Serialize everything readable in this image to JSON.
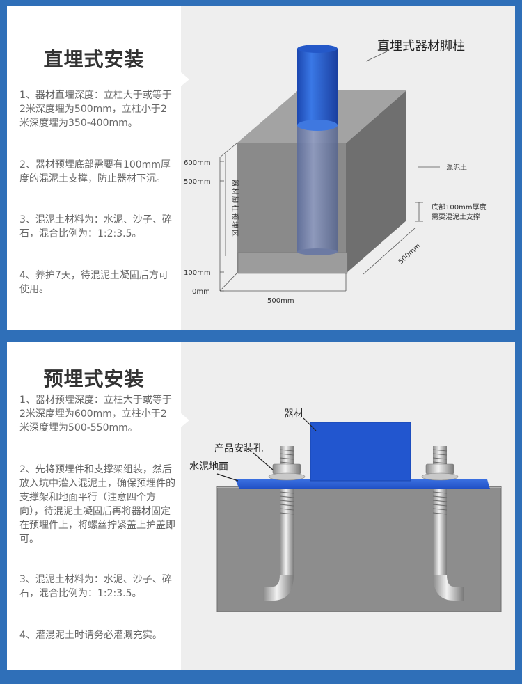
{
  "panel1": {
    "title": "直埋式安装",
    "paragraphs": [
      "1、器材直埋深度：立柱大于或等于2米深度埋为500mm，立柱小于2米深度埋为350-400mm。",
      "2、器材预埋底部需要有100mm厚度的混泥土支撑，防止器材下沉。",
      "3、混泥土材料为：水泥、沙子、碎石，混合比例为：1:2:3.5。",
      "4、养护7天，待混泥土凝固后方可使用。"
    ],
    "diagram": {
      "callout_title": "直埋式器材脚柱",
      "label_concrete": "混泥土",
      "label_bottom_1": "底部100mm厚度",
      "label_bottom_2": "需要混泥土支撑",
      "label_zone": "器材脚柱预埋区",
      "tick_600": "600mm",
      "tick_500": "500mm",
      "tick_100": "100mm",
      "tick_0": "0mm",
      "width_500": "500mm",
      "depth_500": "500mm"
    }
  },
  "panel2": {
    "title": "预埋式安装",
    "paragraphs": [
      "1、器材预埋深度：立柱大于或等于2米深度埋为600mm，立柱小于2米深度埋为500-550mm。",
      "2、先将预埋件和支撑架组装，然后放入坑中灌入混泥土，确保预埋件的支撑架和地面平行（注意四个方向），待混泥土凝固后再将器材固定在预埋件上，将螺丝拧紧盖上护盖即可。",
      "3、混泥土材料为：水泥、沙子、碎石，混合比例为：1:2:3.5。",
      "4、灌混泥土时请务必灌溉充实。"
    ],
    "diagram": {
      "label_equipment": "器材",
      "label_hole": "产品安装孔",
      "label_ground": "水泥地面"
    }
  },
  "colors": {
    "frame": "#2f6fb8",
    "pillar_blue": "#2458c8",
    "concrete": "#8a8a8a",
    "text": "#666666"
  }
}
